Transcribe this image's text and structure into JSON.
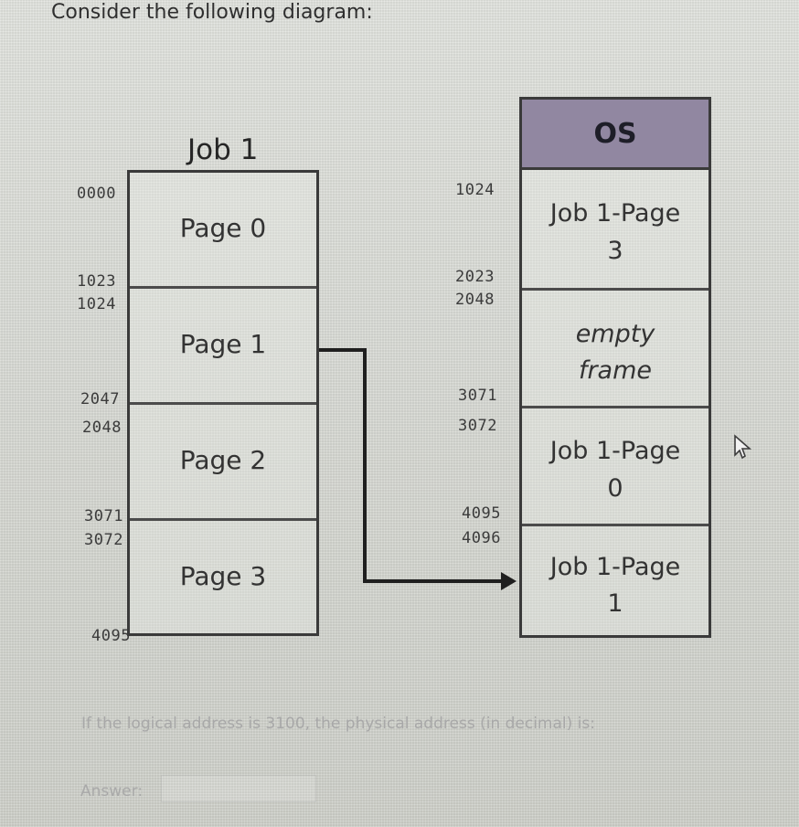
{
  "question": {
    "title": "Consider the following diagram:",
    "prompt": "If the logical address is 3100, the physical address (in decimal) is:",
    "answer_label": "Answer:",
    "answer_value": ""
  },
  "diagram": {
    "job_title": "Job 1",
    "job_pages": [
      {
        "label": "Page 0",
        "start": "0000",
        "end": "1023"
      },
      {
        "label": "Page 1",
        "start": "1024",
        "end": "2047"
      },
      {
        "label": "Page 2",
        "start": "2048",
        "end": "3071"
      },
      {
        "label": "Page 3",
        "start": "3072",
        "end": "4095"
      }
    ],
    "memory_frames": [
      {
        "line1": "OS",
        "line2": "",
        "start": "",
        "end": ""
      },
      {
        "line1": "Job 1-Page",
        "line2": "3",
        "start": "1024",
        "end": "2023"
      },
      {
        "line1": "empty",
        "line2": "frame",
        "start": "2048",
        "end": "3071"
      },
      {
        "line1": "Job 1-Page",
        "line2": "0",
        "start": "3072",
        "end": "4095"
      },
      {
        "line1": "Job 1-Page",
        "line2": "1",
        "start": "4096",
        "end": ""
      }
    ]
  },
  "colors": {
    "os_fill": "#9187a1",
    "box_stroke": "#3a3a3a",
    "arrow": "#1f1f1f"
  },
  "icons": {
    "cursor": "mouse-pointer-icon"
  }
}
